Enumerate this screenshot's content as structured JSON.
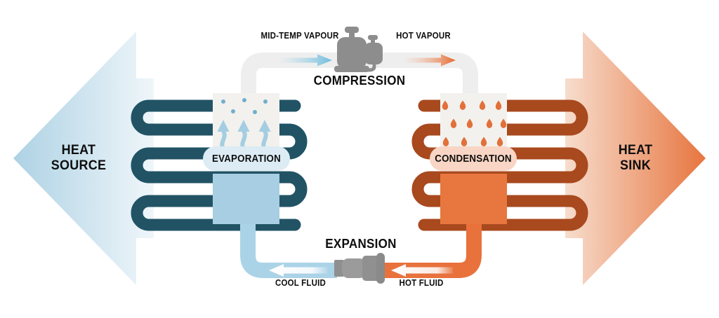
{
  "diagram": {
    "heat_source": {
      "line1": "HEAT",
      "line2": "SOURCE"
    },
    "heat_sink": {
      "line1": "HEAT",
      "line2": "SINK"
    },
    "compression": {
      "label": "COMPRESSION",
      "inlet_flow": "MID-TEMP VAPOUR",
      "outlet_flow": "HOT VAPOUR"
    },
    "evaporation": {
      "label": "EVAPORATION"
    },
    "condensation": {
      "label": "CONDENSATION"
    },
    "expansion": {
      "label": "EXPANSION",
      "outlet_flow": "COOL FLUID",
      "inlet_flow": "HOT FLUID"
    }
  },
  "icons": {
    "compressor": "compressor-icon",
    "expansion_valve": "expansion-valve-icon",
    "evaporator_coil": "coil-icon",
    "condenser_coil": "coil-icon",
    "steam": "steam-arrows-icon",
    "droplets": "droplets-icon"
  },
  "colors": {
    "cold_coil": "#215365",
    "hot_coil": "#a8491e",
    "cold_pipe": "#abd3e7",
    "hot_pipe": "#e8713c",
    "pipe_gray": "#eeeeee",
    "machine_gray": "#8d8d8d",
    "valve_gray": "#9b9b9b",
    "evap_box": "#a7cee2",
    "cond_box": "#e8773f",
    "evap_pill": "#dcebf4",
    "cond_pill": "#f8d5c4",
    "white_box": "#f2f1ee",
    "steam_blue": "#a5cde2",
    "dot_blue": "#71aecd",
    "drop_orange": "#e2703a",
    "cold_accent": "#6fbede",
    "hot_accent": "#e7682f"
  }
}
